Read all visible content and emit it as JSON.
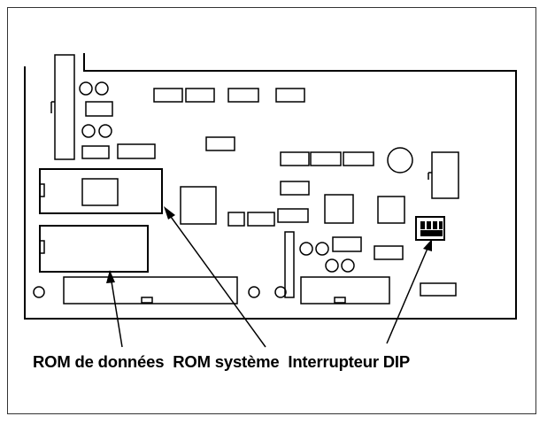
{
  "caption": {
    "data_rom": "ROM de données",
    "system_rom": "ROM système",
    "dip_switch": "Interrupteur DIP"
  },
  "colors": {
    "line": "#000000",
    "background": "#ffffff",
    "frame": "#333333"
  }
}
